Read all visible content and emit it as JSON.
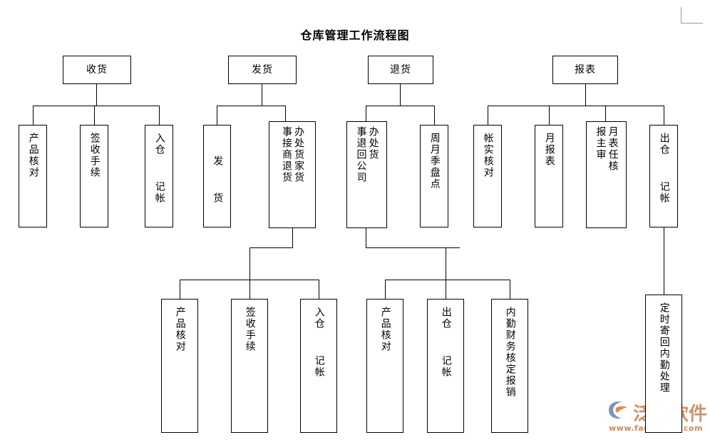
{
  "title": "仓库管理工作流程图",
  "watermark": {
    "brand": "泛普软件",
    "url": "www.fanpusoft.com",
    "color": "#c98a63"
  },
  "theme": {
    "line_color": "#000000",
    "box_border": "#000000",
    "background": "#ffffff",
    "text_color": "#000000"
  },
  "branches": [
    {
      "id": "receiving",
      "root": "收货",
      "children": [
        "产品核对",
        "签收手续",
        "入仓  记帐"
      ]
    },
    {
      "id": "shipping",
      "root": "发货",
      "children": [
        "发  货",
        "事接商退货 / 办处货家货"
      ],
      "sub": [
        "产品核对",
        "签收手续",
        "入仓  记帐"
      ]
    },
    {
      "id": "returns",
      "root": "退货",
      "children": [
        "事退回公司 / 办处货",
        "周月季盘点"
      ],
      "sub": [
        "产品核对",
        "出仓  记帐",
        "内勤财务核定报销"
      ]
    },
    {
      "id": "reports",
      "root": "报表",
      "children": [
        "帐实核对",
        "月报表",
        "报主审 / 月表任核",
        "出仓  记帐"
      ],
      "sub": [
        "定时寄回内勤处理"
      ]
    }
  ],
  "nodes": {
    "receiving_root": "收货",
    "shipping_root": "发货",
    "returns_root": "退货",
    "reports_root": "报表",
    "r_product_check": "产品核对",
    "r_sign_procedure": "签收手续",
    "r_store_account": "入仓  记帐",
    "s_deliver": "发  货",
    "s_merchant_return_colA": "事接商退货",
    "s_merchant_return_colB": "办处货家货",
    "s2_product_check": "产品核对",
    "s2_sign_procedure": "签收手续",
    "s2_store_account": "入仓  记帐",
    "t_return_company_colA": "事退回公司",
    "t_return_company_colB": "办处货",
    "t_inventory_count": "周月季盘点",
    "t2_product_check": "产品核对",
    "t2_out_account": "出仓  记帐",
    "t2_finance_reimburse": "内勤财务核定报销",
    "p_account_match": "帐实核对",
    "p_monthly_report": "月报表",
    "p_director_review_colA": "报主审",
    "p_director_review_colB": "月表任核",
    "p_out_account": "出仓  记帐",
    "p2_mail_back": "定时寄回内勤处理"
  }
}
